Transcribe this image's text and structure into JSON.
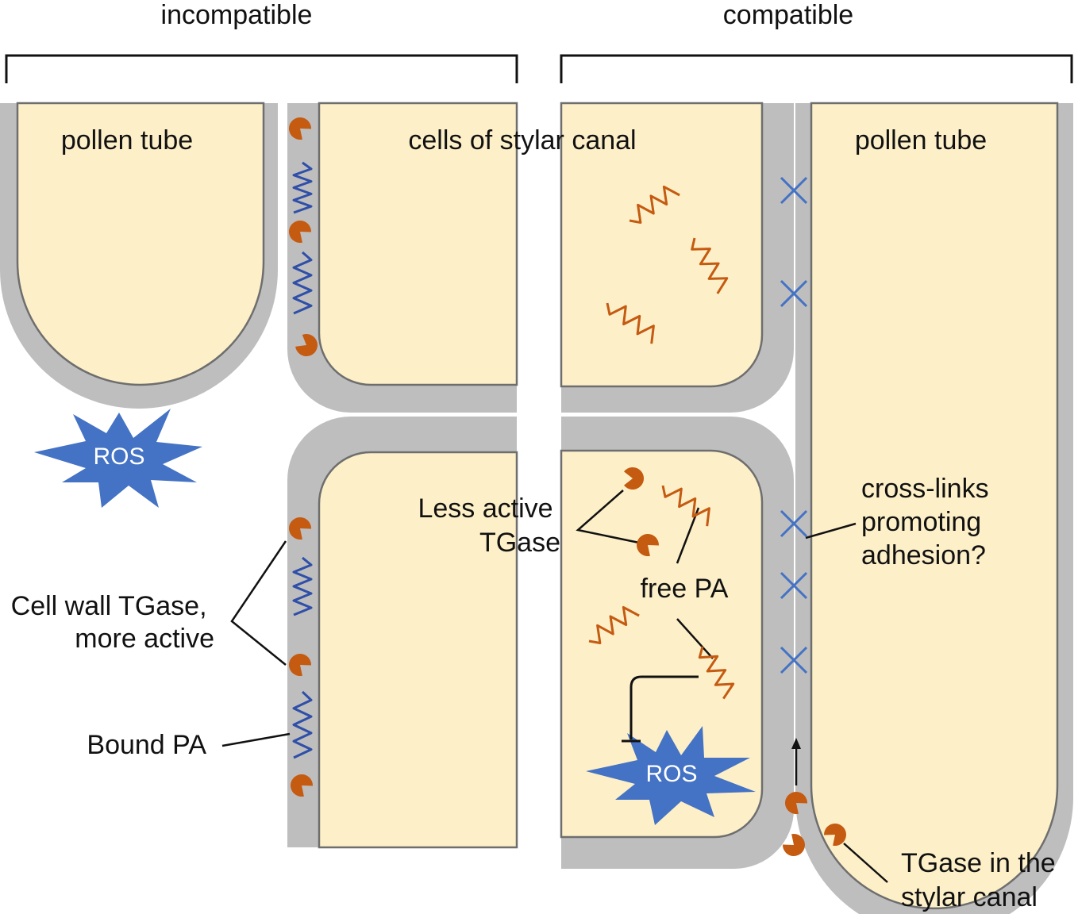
{
  "colors": {
    "cytoplasm": "#fdf0c9",
    "cell_wall": "#bebebe",
    "wall_edge": "#6e6e6e",
    "tgase": "#c55a11",
    "free_pa": "#c55a11",
    "bound_pa": "#2f4fa8",
    "crosslink": "#4472c4",
    "ros": "#4472c4",
    "ros_text": "#ffffff",
    "text": "#111111"
  },
  "icons": {
    "tgase": "pacman-enzyme-icon",
    "pa": "zigzag-polyamine-icon",
    "crosslink": "x-crosslink-icon",
    "ros": "starburst-ros-icon"
  },
  "headers": {
    "incompatible": "incompatible",
    "compatible": "compatible"
  },
  "labels": {
    "pollen_tube_left": "pollen tube",
    "pollen_tube_right": "pollen tube",
    "stylar_canal": "cells of stylar canal",
    "ros": "ROS",
    "cell_wall_tgase": [
      "Cell wall TGase,",
      "more active"
    ],
    "bound_pa": "Bound PA",
    "less_active_tgase": [
      "Less active",
      "TGase"
    ],
    "free_pa": "free PA",
    "cross_links": [
      "cross-links",
      "promoting",
      "adhesion?"
    ],
    "tgase_canal": [
      "TGase in the",
      "stylar canal"
    ]
  }
}
